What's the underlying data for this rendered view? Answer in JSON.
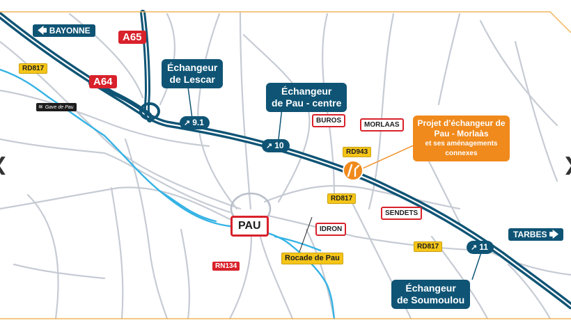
{
  "colors": {
    "motorway": "#1d6e8e",
    "motorway_casing": "#0f5475",
    "river": "#35b3e5",
    "roads": "#c6cbd4",
    "frame": "#f2b65a",
    "navy": "#0f5475",
    "red": "#d8212b",
    "yellow": "#f5c518",
    "orange": "#f08a1c"
  },
  "icons": {
    "exit_icon": "motorway-exit-icon",
    "interchange_icon": "interchange-icon",
    "carousel_prev": "chevron-left-icon",
    "carousel_next": "chevron-right-icon"
  },
  "directions": {
    "west": {
      "label": "BAYONNE",
      "arrow": "🡄"
    },
    "east": {
      "label": "TARBES",
      "arrow": "🡆"
    }
  },
  "motorways": {
    "a65": "A65",
    "a64": "A64"
  },
  "interchanges": {
    "lescar": [
      "Échangeur",
      "de Lescar"
    ],
    "pau_centre": [
      "Échangeur",
      "de Pau - centre"
    ],
    "soumoulou": [
      "Échangeur",
      "de Soumoulou"
    ]
  },
  "exits": {
    "e91": {
      "icon": "↗",
      "number": "9.1"
    },
    "e10": {
      "icon": "↗",
      "number": "10"
    },
    "e11": {
      "icon": "↗",
      "number": "11"
    }
  },
  "project": {
    "title": "Projet d’échangeur de Pau - Morlaàs",
    "subtitle": "et ses aménagements connexes"
  },
  "roads": {
    "rd817_west": "RD817",
    "rd943": "RD943",
    "rd817_mid": "RD817",
    "rd817_east": "RD817",
    "rn134": "RN134",
    "rocade": "Rocade de Pau"
  },
  "towns": {
    "pau": "PAU",
    "buros": "BUROS",
    "morlaas": "MORLAAS",
    "sendets": "SENDETS",
    "idron": "IDRON"
  },
  "river": {
    "name": "Gave de Pau",
    "icon": "water-waves-icon"
  },
  "nav": {
    "prev": "❮",
    "next": "❯"
  }
}
